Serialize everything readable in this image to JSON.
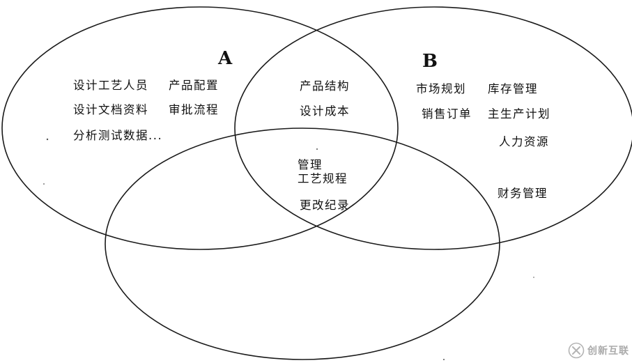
{
  "sets": {
    "a": {
      "label": "A",
      "items": [
        "设计工艺人员",
        "产品配置",
        "设计文档资料",
        "审批流程",
        "分析测试数据..."
      ]
    },
    "b": {
      "label": "B",
      "items": [
        "市场规划",
        "库存管理",
        "销售订单",
        "主生产计划",
        "人力资源",
        "财务管理"
      ]
    },
    "ab": {
      "items": [
        "产品结构",
        "设计成本"
      ]
    },
    "abc": {
      "items": [
        "管理",
        "工艺规程",
        "更改纪录"
      ]
    }
  },
  "watermark": {
    "text": "创新互联",
    "icon": "brand-logo-icon"
  }
}
